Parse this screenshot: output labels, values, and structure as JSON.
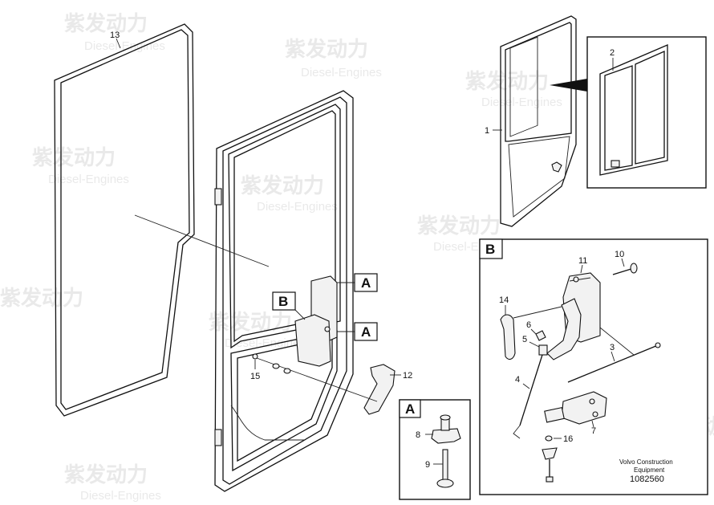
{
  "watermark": {
    "cn": "紫发动力",
    "en": "Diesel-Engines"
  },
  "callouts": {
    "c1": "1",
    "c2": "2",
    "c3": "3",
    "c4": "4",
    "c5": "5",
    "c6": "6",
    "c7": "7",
    "c8": "8",
    "c9": "9",
    "c10": "10",
    "c11": "11",
    "c12": "12",
    "c13": "13",
    "c14": "14",
    "c15": "15",
    "c16": "16"
  },
  "detail_letters": {
    "a_top": "A",
    "a_bottom": "A",
    "b_main": "B",
    "box_a": "A",
    "box_b": "B"
  },
  "footer": {
    "maker_line1": "Volvo Construction",
    "maker_line2": "Equipment",
    "drawing_no": "1082560"
  }
}
